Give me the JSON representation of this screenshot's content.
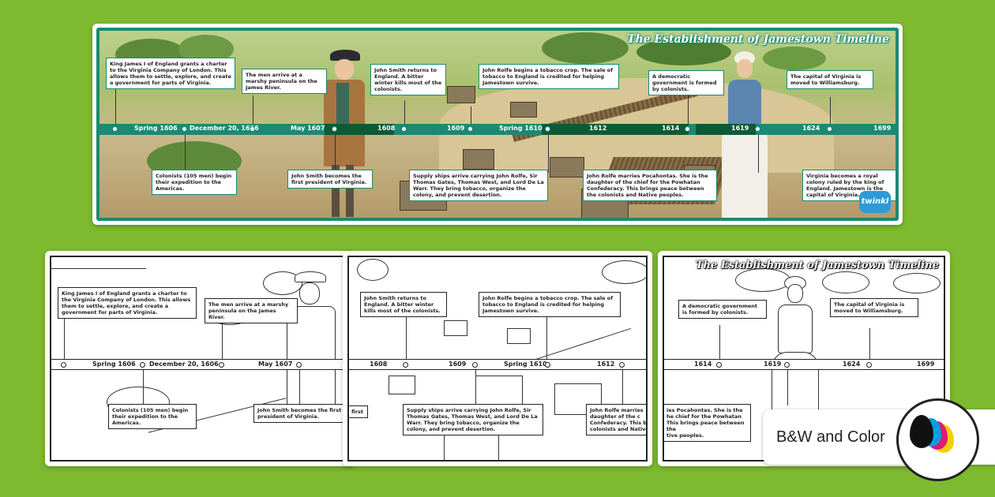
{
  "title": "The Establishment of Jamestown Timeline",
  "logo": "twinkl",
  "badge": {
    "label": "B&W and Color",
    "icon": "ink-drops-icon"
  },
  "colors": {
    "background": "#7dba2f",
    "timeline_band": "#1a8a73",
    "timeline_band_dark": "#0d5a36",
    "ink_black": "#111111",
    "ink_cyan": "#00a0e0",
    "ink_magenta": "#e0187a",
    "ink_yellow": "#f4d000"
  },
  "dates": [
    "Spring 1606",
    "December 20, 1606",
    "May 1607",
    "1608",
    "1609",
    "Spring 1610",
    "1612",
    "1614",
    "1619",
    "1624",
    "1699"
  ],
  "events": {
    "e1606a": "King James I of England grants a charter to the Virginia Company of London. This allows them to settle, explore, and create a government for parts of Virginia.",
    "e1606b": "Colonists (105 men) begin their expedition to the Americas.",
    "e1607a": "The men arrive at a marshy peninsula on the James River.",
    "e1607b": "John Smith becomes the first president of Virginia.",
    "e1608": "John Smith returns to England. A bitter winter kills most of the colonists.",
    "e1609": "Supply ships arrive carrying John Rolfe, Sir Thomas Gates, Thomas West, and Lord De La Warr. They bring tobacco, organize the colony, and prevent desertion.",
    "e1610": "John Rolfe begins a tobacco crop. The sale of tobacco to England is credited for helping Jamestown survive.",
    "e1614": "John Rolfe marries Pocahontas. She is the daughter of the chief for the Powhatan Confederacy. This brings peace between the colonists and Native peoples.",
    "e1619": "A democratic government is formed by colonists.",
    "e1624": "Virginia becomes a royal colony ruled by the king of England. Jamestown is the capital of Virginia.",
    "e1699": "The capital of Virginia is moved to Williamsburg."
  },
  "bw2_fragments": {
    "first": "first",
    "rolfe_marries": "John Rolfe marries\ndaughter of the c\nConfederacy. This b\ncolonists and Native"
  },
  "bw3_fragments": {
    "pocahontas": "ies Pocahontas. She is the\nhe chief for the Powhatan\nThis brings peace between the\ntive peoples."
  }
}
